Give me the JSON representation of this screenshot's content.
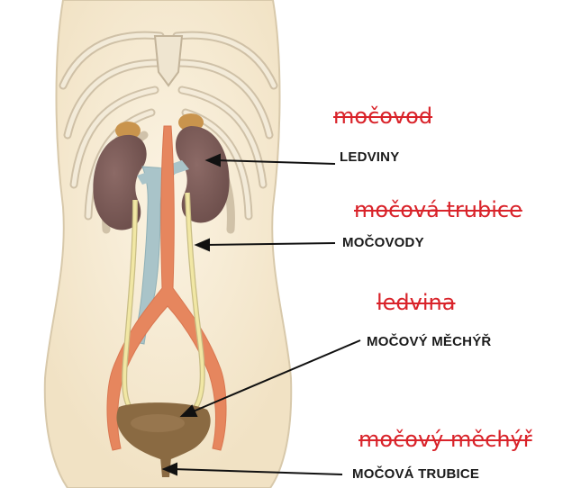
{
  "labels": {
    "kidneys": "LEDVINY",
    "ureters": "MOČOVODY",
    "bladder": "MOČOVÝ MĚCHÝŘ",
    "urethra": "MOČOVÁ TRUBICE"
  },
  "struck_answers": {
    "first": "močovod",
    "second": "močová trubice",
    "third": "ledvina",
    "fourth": "močový měchýř"
  },
  "colors": {
    "skin": "#f6ead2",
    "skin_outline": "#b9ad97",
    "kidney": "#7a5a57",
    "adrenal": "#c9944d",
    "artery": "#e6865e",
    "vein": "#a9c4c9",
    "ureter": "#f1e7a4",
    "bladder": "#8a6a42",
    "strike_text": "#d9232a",
    "label_text": "#1a1a1a"
  }
}
